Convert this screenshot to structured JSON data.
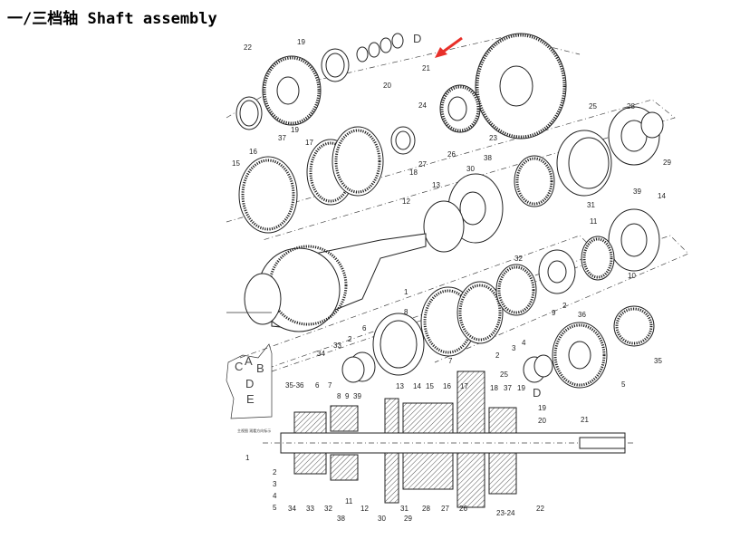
{
  "title": "一/三档轴 Shaft assembly",
  "locator": {
    "letters": [
      "A",
      "B",
      "C",
      "D",
      "E"
    ],
    "caption": "主视图 观看方向标示"
  },
  "exploded_labels": [
    "22",
    "19",
    "20",
    "21",
    "D",
    "25",
    "37",
    "19",
    "24",
    "23",
    "26",
    "27",
    "28",
    "29",
    "38",
    "30",
    "14",
    "39",
    "31",
    "16",
    "17",
    "18",
    "15",
    "13",
    "12",
    "11",
    "10",
    "1",
    "32",
    "2",
    "9",
    "36",
    "6",
    "8",
    "2",
    "33",
    "34",
    "7",
    "2",
    "3",
    "4",
    "35",
    "5"
  ],
  "section_labels": [
    "35-36",
    "6",
    "7",
    "8",
    "9",
    "39",
    "13",
    "14",
    "15",
    "16",
    "17",
    "18",
    "37",
    "19",
    "25",
    "D",
    "19",
    "20",
    "21",
    "1",
    "2",
    "3",
    "4",
    "5",
    "34",
    "33",
    "32",
    "11",
    "38",
    "12",
    "30",
    "31",
    "29",
    "28",
    "27",
    "26",
    "23-24",
    "22"
  ],
  "colors": {
    "arrow": "#e8302a",
    "line": "#222222"
  }
}
